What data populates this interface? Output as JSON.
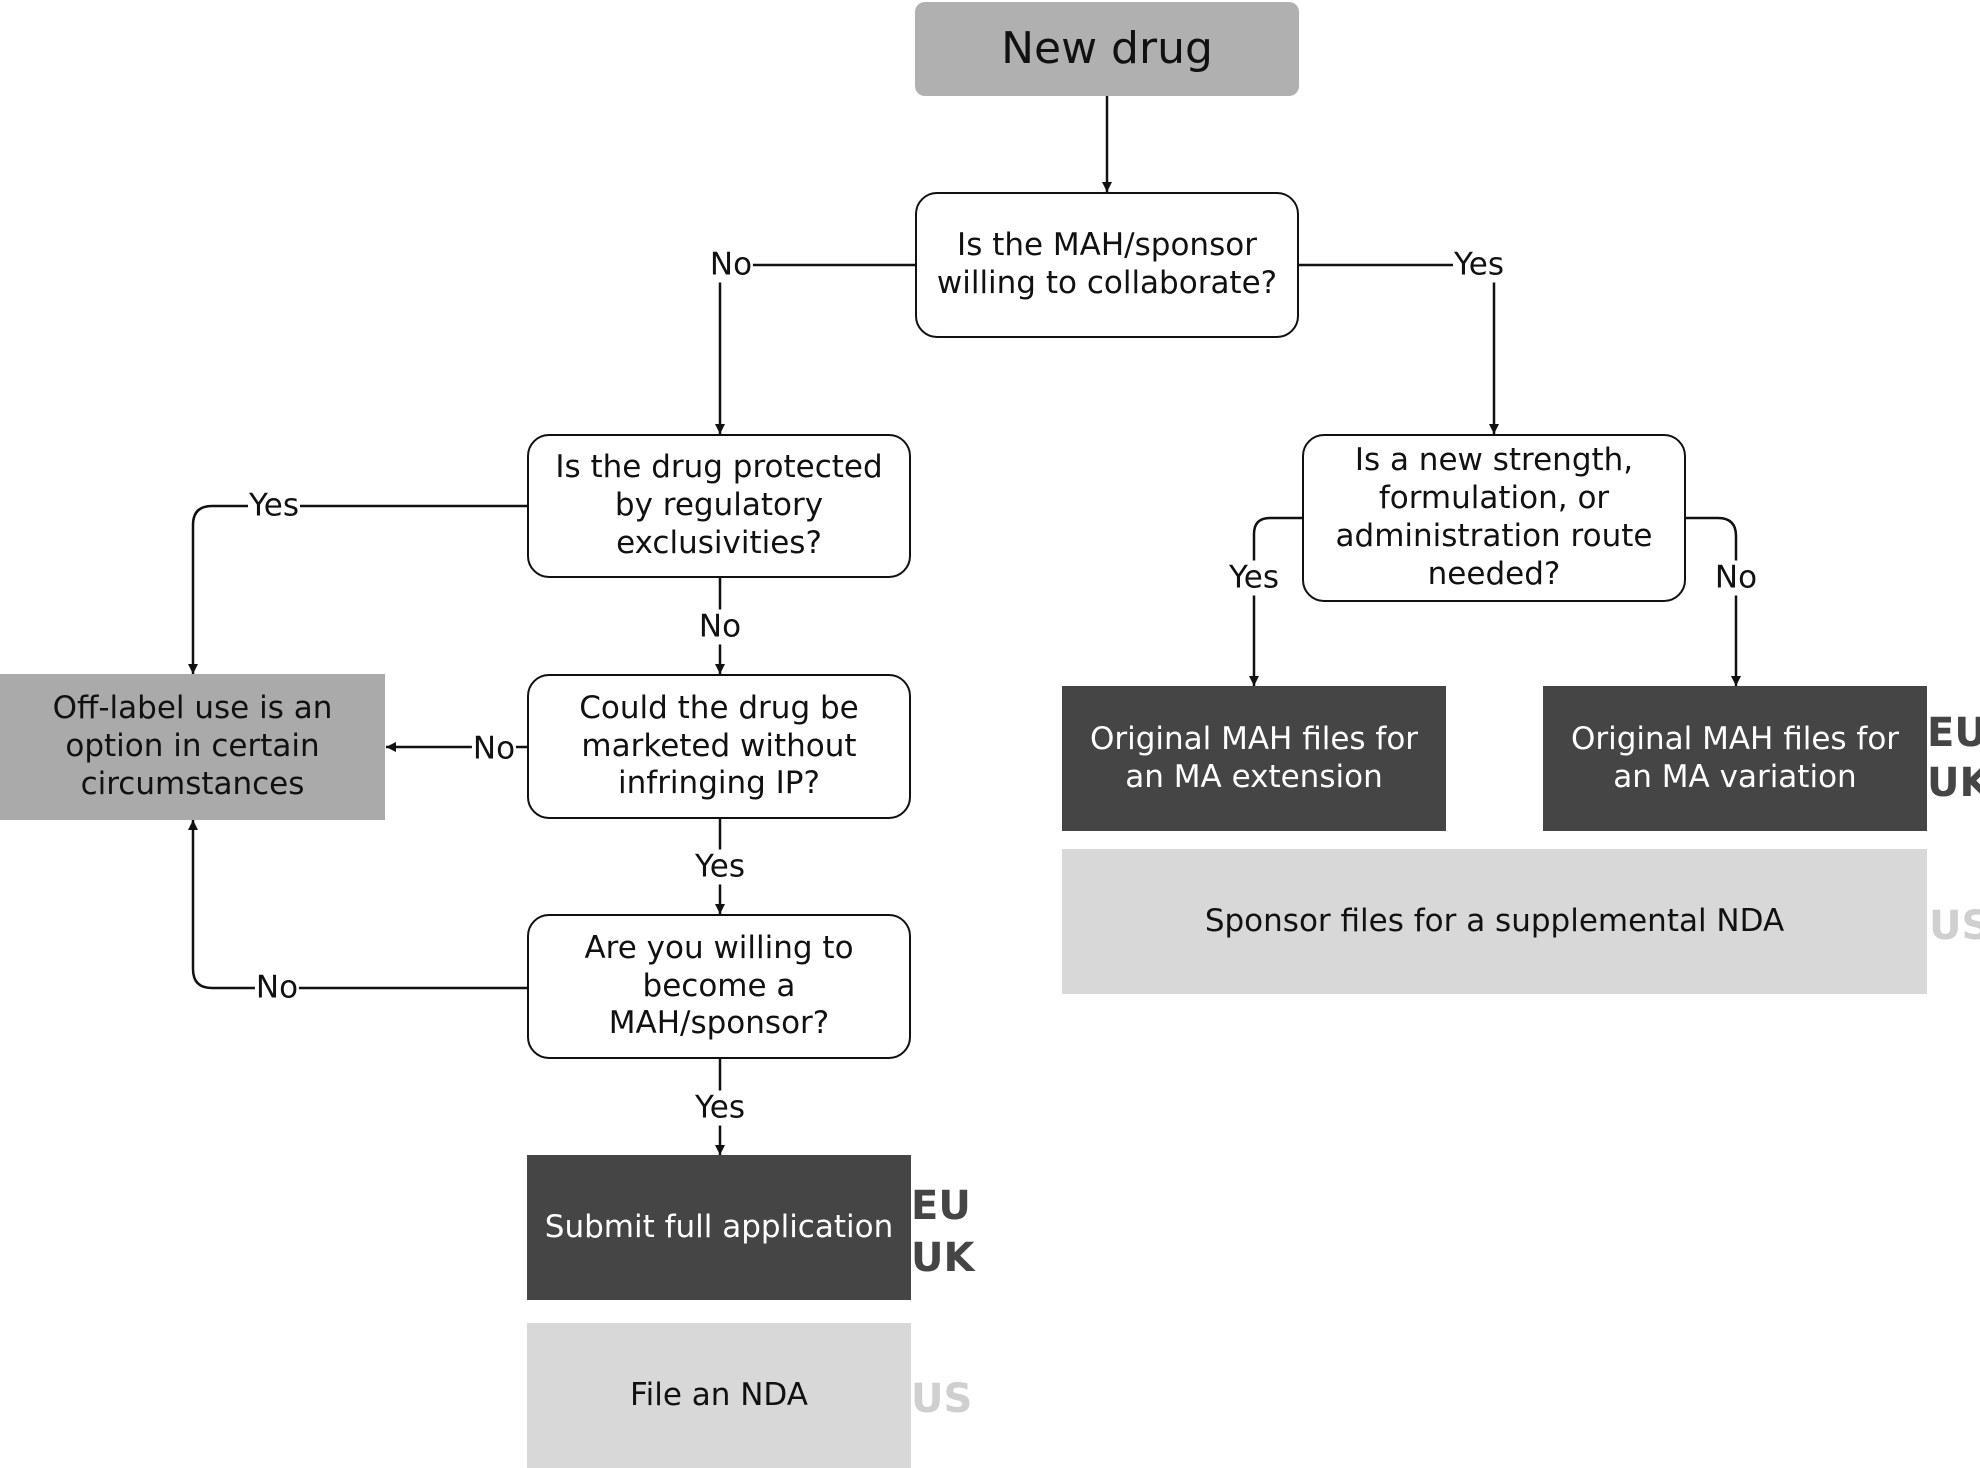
{
  "nodes": {
    "new_drug": "New drug",
    "collaborate": "Is the MAH/sponsor willing to collaborate?",
    "protected": "Is the drug protected by regulatory exclusivities?",
    "new_strength": "Is a new strength, formulation, or administration route needed?",
    "off_label": "Off-label use is an option in certain circumstances",
    "infringing": "Could the drug be marketed without infringing IP?",
    "become_mah": "Are you willing to become a MAH/sponsor?",
    "ma_extension": "Original MAH files for an MA extension",
    "ma_variation": "Original MAH files for an MA variation",
    "supplemental_nda": "Sponsor files for a supplemental NDA",
    "full_application": "Submit full application",
    "file_nda": "File an NDA"
  },
  "edges": {
    "collaborate_no": "No",
    "collaborate_yes": "Yes",
    "protected_yes": "Yes",
    "protected_no": "No",
    "strength_yes": "Yes",
    "strength_no": "No",
    "infringing_no": "No",
    "infringing_yes": "Yes",
    "become_no": "No",
    "become_yes": "Yes"
  },
  "regions": {
    "eu": "EU",
    "uk": "UK",
    "us": "US"
  },
  "colors": {
    "start": "#b0b0b0",
    "decision_border": "#111111",
    "offlabel": "#aaaaaa",
    "eu_uk_box": "#454545",
    "us_box": "#d8d8d8"
  }
}
